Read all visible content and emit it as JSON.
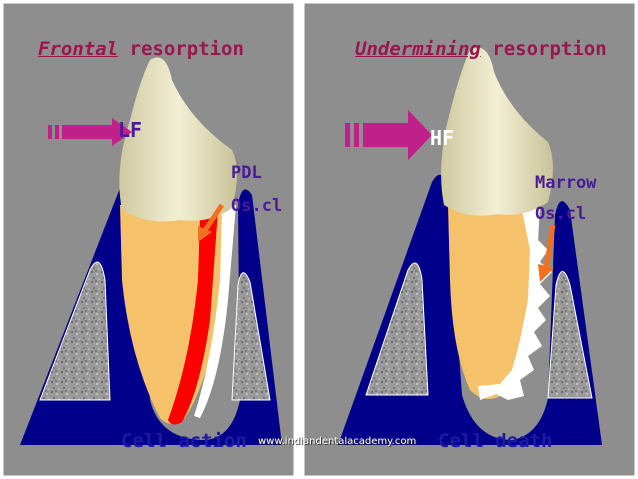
{
  "left_panel": {
    "title_emphasis": "Frontal",
    "title_rest": " resorption",
    "force_label": "LF",
    "cell_label_line1": "PDL",
    "cell_label_line2": "Os.cl",
    "bottom_caption": "Cell action"
  },
  "right_panel": {
    "title_emphasis": "Undermining",
    "title_rest": " resorption",
    "force_label": "HF",
    "cell_label_line1": "Marrow",
    "cell_label_line2": "Os.cl",
    "bottom_caption": "Cell death"
  },
  "watermark": "www.indiandentalacademy.com",
  "colors": {
    "title": "#9a1650",
    "arrow": "#c0208a",
    "bone": "#00008b",
    "tooth": "#f5c26b",
    "crown": "#e8e3c0",
    "pdl_red": "#ff0000",
    "pointer": "#f07020",
    "caption_blue": "#1a1aa6",
    "labels": "#4a1a9a"
  }
}
